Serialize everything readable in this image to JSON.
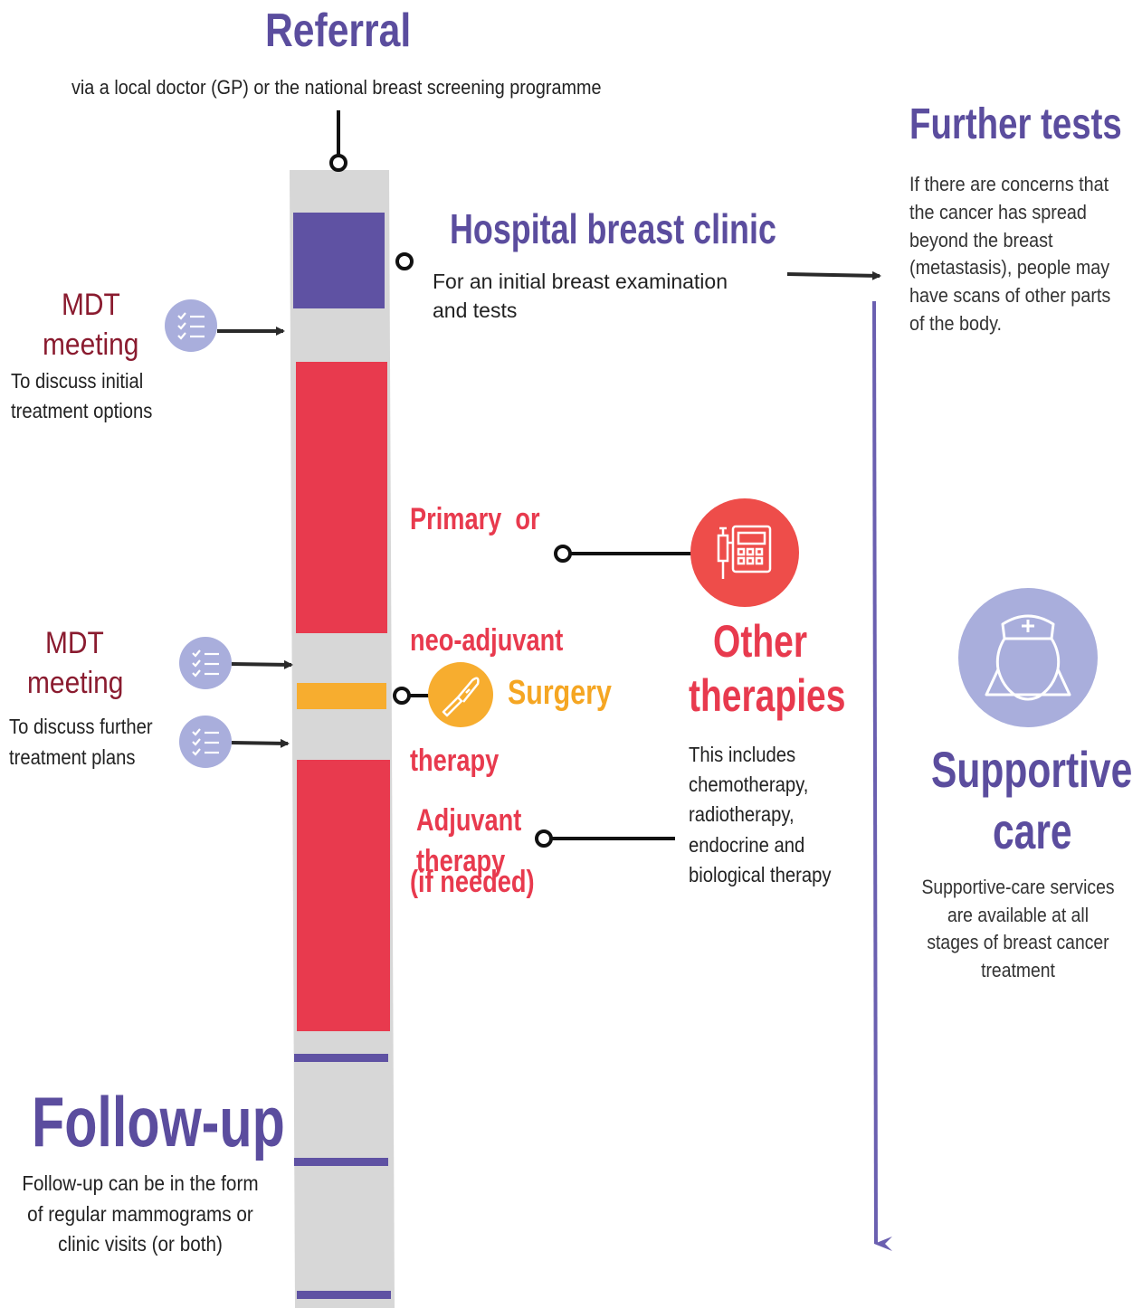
{
  "referral": {
    "title": "Referral",
    "subtitle": "via a local doctor (GP) or the national breast screening programme"
  },
  "hospital_clinic": {
    "title": "Hospital breast clinic",
    "line1": "For an initial breast examination",
    "line2": "and tests"
  },
  "further_tests": {
    "title": "Further tests",
    "lines": [
      "If there are concerns that",
      "the cancer has spread",
      "beyond the breast",
      "(metastasis), people may",
      "have scans of other parts",
      "of the body."
    ]
  },
  "mdt1": {
    "title_line1": "MDT",
    "title_line2": "meeting",
    "desc_line1": "To discuss initial",
    "desc_line2": "treatment options",
    "icon": "checklist-icon"
  },
  "mdt2": {
    "title_line1": "MDT",
    "title_line2": "meeting",
    "desc_line1": "To discuss further",
    "desc_line2": "treatment plans",
    "icon": "checklist-icon"
  },
  "primary": {
    "lines": [
      "Primary  or",
      "neo-adjuvant",
      "therapy",
      "(if needed)"
    ],
    "icon": "infusion-pump-icon"
  },
  "surgery": {
    "label": "Surgery",
    "icon": "scalpel-icon"
  },
  "adjuvant": {
    "lines": [
      "Adjuvant",
      "therapy"
    ]
  },
  "other_therapies": {
    "title_line1": "Other",
    "title_line2": "therapies",
    "lines": [
      "This includes",
      "chemotherapy,",
      "radiotherapy,",
      "endocrine and",
      "biological therapy"
    ]
  },
  "supportive": {
    "title_line1": "Supportive",
    "title_line2": "care",
    "lines": [
      "Supportive-care services",
      "are available at all",
      "stages of breast cancer",
      "treatment"
    ],
    "icon": "nurse-icon"
  },
  "followup": {
    "title": "Follow-up",
    "lines": [
      "Follow-up can be in the form",
      "of regular mammograms or",
      "clinic visits (or both)"
    ]
  },
  "colors": {
    "purple": "#5b4d9e",
    "red": "#e83a4e",
    "orange": "#f7ad2f",
    "lavender": "#a9aedc",
    "gray_bar": "#d7d7d7",
    "maroon": "#8a1b2f"
  }
}
